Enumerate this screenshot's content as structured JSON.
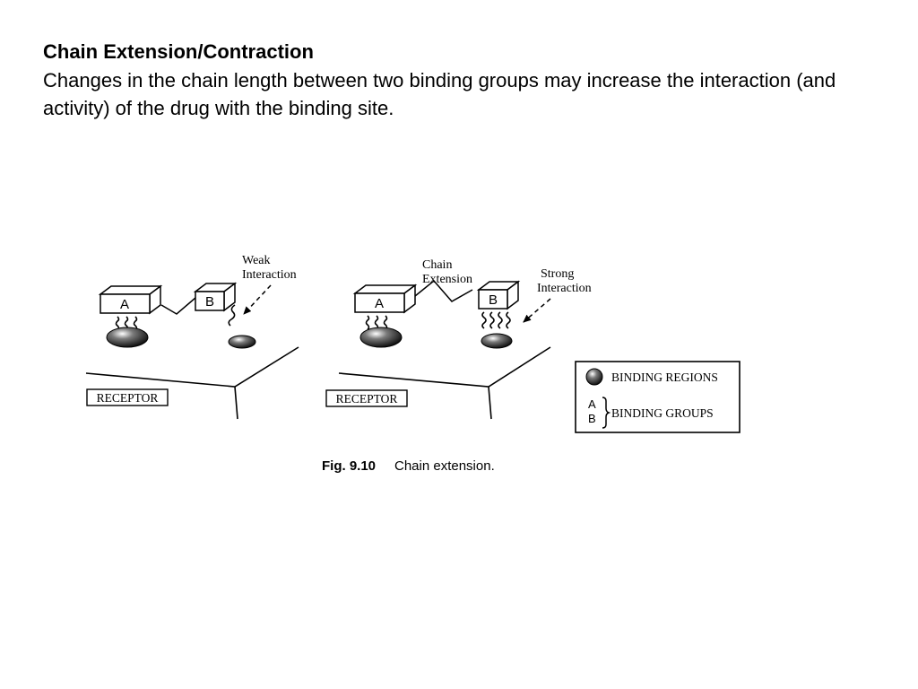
{
  "slide": {
    "title": "Chain Extension/Contraction",
    "body": "Changes in the chain length between two binding groups may increase the interaction (and activity) of the drug with the binding site."
  },
  "figure": {
    "left_panel": {
      "group_a": "A",
      "group_b": "B",
      "annotation_line1": "Weak",
      "annotation_line2": "Interaction",
      "receptor_label": "RECEPTOR"
    },
    "right_panel": {
      "group_a": "A",
      "group_b": "B",
      "chain_label_line1": "Chain",
      "chain_label_line2": "Extension",
      "annotation_line1": "Strong",
      "annotation_line2": "Interaction",
      "receptor_label": "RECEPTOR"
    },
    "legend": {
      "binding_regions": "BINDING REGIONS",
      "binding_groups": "BINDING GROUPS",
      "group_a": "A",
      "group_b": "B"
    },
    "caption": {
      "number": "Fig. 9.10",
      "text": "Chain extension."
    }
  }
}
